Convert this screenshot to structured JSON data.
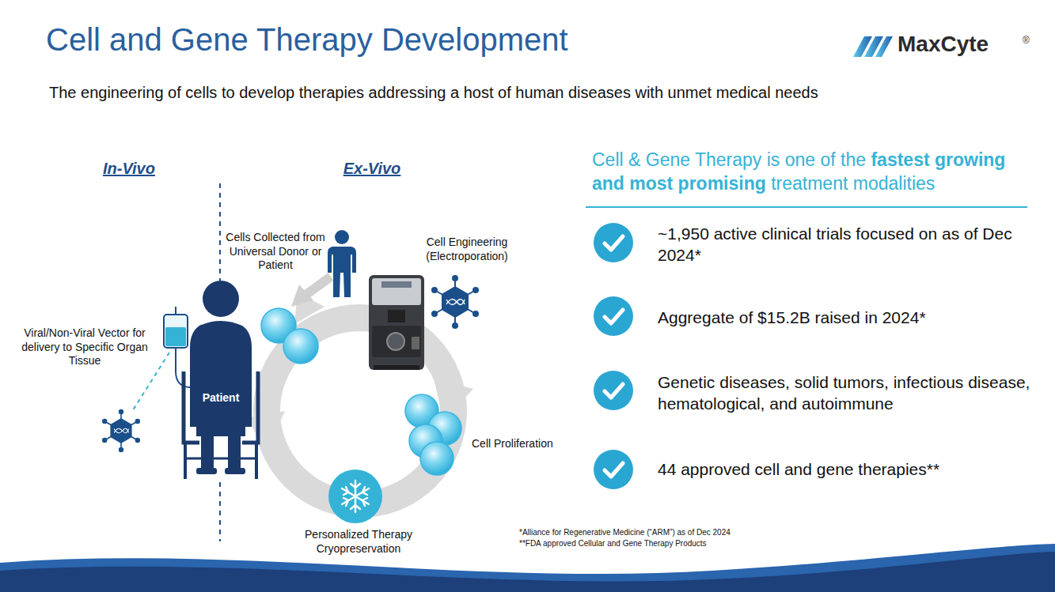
{
  "diagram": {
    "title": "Cell and Gene Therapy Development",
    "labels": [
      "MaxCyte",
      "®",
      "The engineering of cells to develop therapies addressing a host of human diseases with unmet medical needs",
      "In-Vivo",
      "Ex-Vivo",
      "Cells Collected from Universal Donor or Patient",
      "Cell Engineering (Electroporation)",
      "Viral/Non-Viral Vector for delivery to Specific Organ Tissue",
      "Patient",
      "Cell Proliferation",
      "Personalized Therapy Cryopreservation",
      "Cell & Gene Therapy is one of the",
      "fastest growing and most promising",
      "treatment modalities",
      "~1,950 active clinical trials focused on as of Dec 2024*",
      "Aggregate of $15.2B raised in 2024*",
      "Genetic diseases, solid tumors, infectious disease, hematological, and autoimmune",
      "44 approved cell and gene therapies**",
      "*Alliance for Regenerative Medicine (“ARM”) as of Dec 2024",
      "**FDA approved Cellular and Gene Therapy Products"
    ]
  }
}
